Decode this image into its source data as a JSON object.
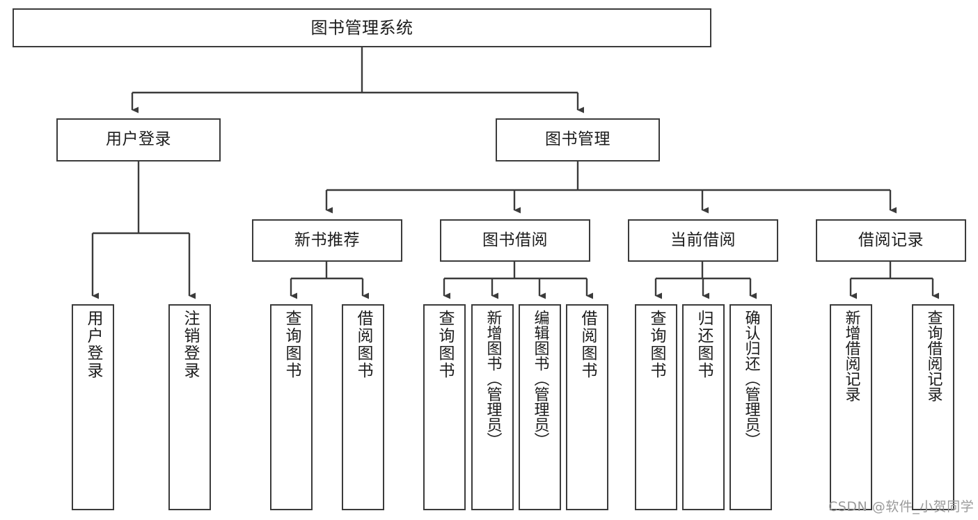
{
  "diagram": {
    "title": "图书管理系统",
    "type": "tree-hierarchy-chart",
    "root": {
      "id": "root",
      "label": "图书管理系统"
    },
    "level2": [
      {
        "id": "user-login",
        "label": "用户登录"
      },
      {
        "id": "book-manage",
        "label": "图书管理"
      }
    ],
    "level3": [
      {
        "id": "new-book-recommend",
        "label": "新书推荐",
        "parent": "book-manage"
      },
      {
        "id": "book-borrow",
        "label": "图书借阅",
        "parent": "book-manage"
      },
      {
        "id": "current-borrow",
        "label": "当前借阅",
        "parent": "book-manage"
      },
      {
        "id": "borrow-record",
        "label": "借阅记录",
        "parent": "book-manage"
      }
    ],
    "leaves": [
      {
        "id": "leaf-user-login",
        "label": "用户登录",
        "parent": "user-login"
      },
      {
        "id": "leaf-logout-login",
        "label": "注销登录",
        "parent": "user-login"
      },
      {
        "id": "leaf-query-book-1",
        "label": "查询图书",
        "parent": "new-book-recommend"
      },
      {
        "id": "leaf-borrow-book-1",
        "label": "借阅图书",
        "parent": "new-book-recommend"
      },
      {
        "id": "leaf-query-book-2",
        "label": "查询图书",
        "parent": "book-borrow"
      },
      {
        "id": "leaf-add-book",
        "label": "新增图书（管理员）",
        "parent": "book-borrow"
      },
      {
        "id": "leaf-edit-book",
        "label": "编辑图书（管理员）",
        "parent": "book-borrow"
      },
      {
        "id": "leaf-borrow-book-2",
        "label": "借阅图书",
        "parent": "book-borrow"
      },
      {
        "id": "leaf-query-book-3",
        "label": "查询图书",
        "parent": "current-borrow"
      },
      {
        "id": "leaf-return-book",
        "label": "归还图书",
        "parent": "current-borrow"
      },
      {
        "id": "leaf-confirm-return",
        "label": "确认归还（管理员）",
        "parent": "current-borrow"
      },
      {
        "id": "leaf-add-record",
        "label": "新增借阅记录",
        "parent": "borrow-record"
      },
      {
        "id": "leaf-query-record",
        "label": "查询借阅记录",
        "parent": "borrow-record"
      }
    ],
    "watermark": "CSDN @软件_小贺同学",
    "colors": {
      "box_border": "#3b3b3b",
      "box_fill": "#ffffff",
      "edge": "#3b3b3b",
      "text": "#1c1c1c",
      "watermark": "#9a9a9a"
    }
  }
}
